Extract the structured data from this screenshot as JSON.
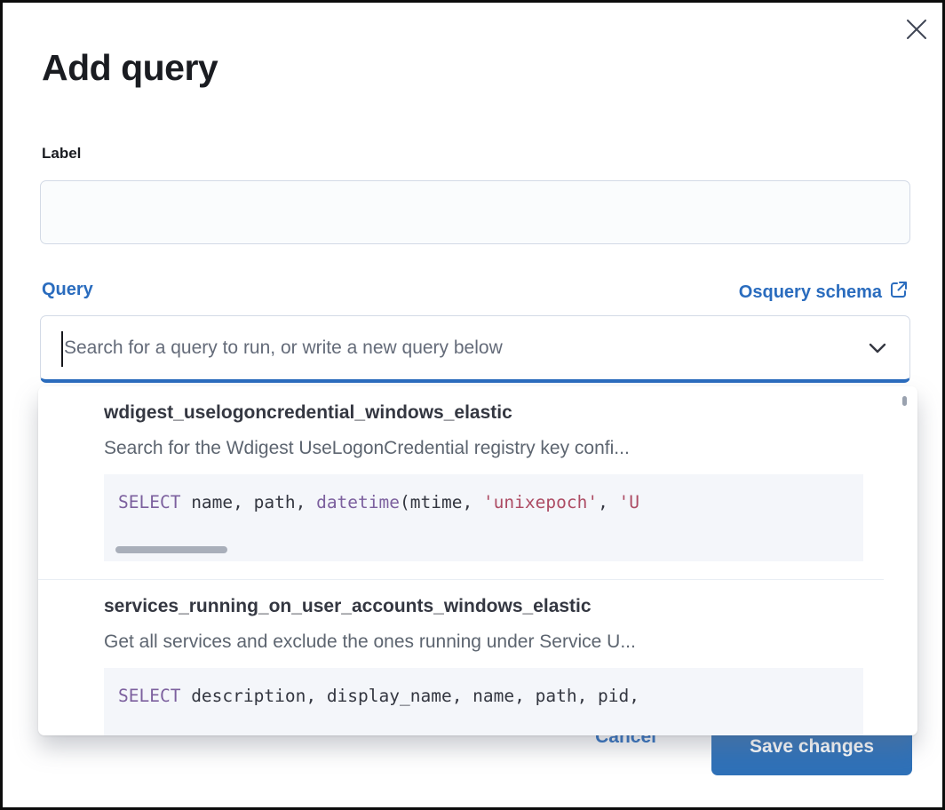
{
  "modal": {
    "title": "Add query"
  },
  "colors": {
    "accent_blue": "#2a6cbe",
    "button_blue": "#2f71b8",
    "code_keyword_purple": "#7c609e",
    "code_string_rose": "#ad4c64",
    "text_dark": "#343741",
    "text_muted": "#5d6570",
    "code_background": "#f4f6fa",
    "input_border": "#d3dae6"
  },
  "icons": {
    "close": "close-icon",
    "chevron_down": "chevron-down-icon",
    "external_link": "external-link-icon"
  },
  "label_field": {
    "label": "Label",
    "value": ""
  },
  "query_field": {
    "label": "Query",
    "schema_link_label": "Osquery schema",
    "placeholder": "Search for a query to run, or write a new query below",
    "value": ""
  },
  "dropdown": {
    "options": [
      {
        "title": "wdigest_uselogoncredential_windows_elastic",
        "description": "Search for the Wdigest UseLogonCredential registry key confi...",
        "code": {
          "kw": "SELECT",
          "p1": " name, path, ",
          "fn": "datetime",
          "p2": "(mtime, ",
          "s1": "'unixepoch'",
          "p3": ", ",
          "s2": "'U"
        }
      },
      {
        "title": "services_running_on_user_accounts_windows_elastic",
        "description": "Get all services and exclude the ones running under Service U...",
        "code": {
          "kw": "SELECT",
          "p1": " description, display_name, name, path, pid,"
        }
      }
    ]
  },
  "footer": {
    "cancel_label": "Cancel",
    "save_label": "Save changes"
  }
}
